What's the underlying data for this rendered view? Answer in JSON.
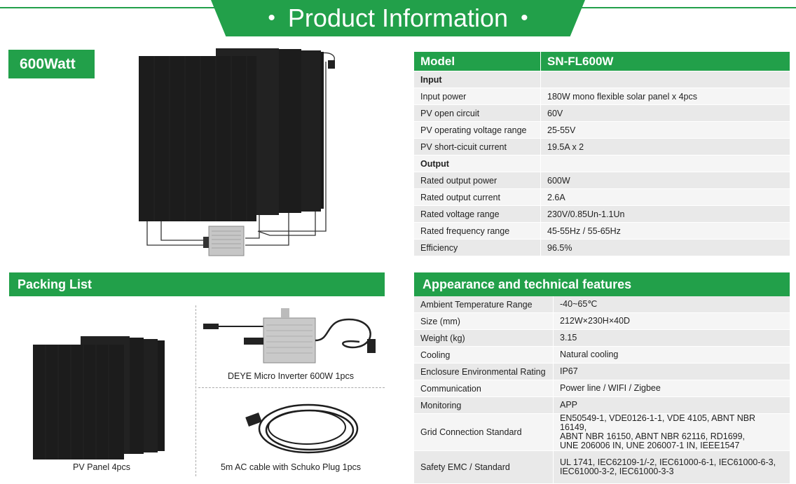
{
  "header": {
    "title": "Product Information",
    "bullet": "•"
  },
  "power_tag": "600Watt",
  "spec_table": {
    "model_label": "Model",
    "model_value": "SN-FL600W",
    "rows": [
      {
        "type": "section",
        "label": "Input",
        "value": ""
      },
      {
        "type": "row",
        "label": "Input power",
        "value": "180W mono flexible solar panel x 4pcs"
      },
      {
        "type": "row",
        "label": "PV open circuit",
        "value": "60V"
      },
      {
        "type": "row",
        "label": "PV operating voltage range",
        "value": "25-55V"
      },
      {
        "type": "row",
        "label": "PV short-cicuit current",
        "value": "19.5A x 2"
      },
      {
        "type": "section",
        "label": "Output",
        "value": ""
      },
      {
        "type": "row",
        "label": "Rated output power",
        "value": "600W"
      },
      {
        "type": "row",
        "label": "Rated output current",
        "value": "2.6A"
      },
      {
        "type": "row",
        "label": "Rated voltage range",
        "value": "230V/0.85Un-1.1Un"
      },
      {
        "type": "row",
        "label": "Rated frequency range",
        "value": "45-55Hz / 55-65Hz"
      },
      {
        "type": "row",
        "label": "Efficiency",
        "value": "96.5%"
      }
    ]
  },
  "packing": {
    "title": "Packing List",
    "panel_caption": "PV Panel 4pcs",
    "inverter_caption": "DEYE Micro Inverter 600W 1pcs",
    "cable_caption": "5m AC cable with Schuko Plug 1pcs"
  },
  "features": {
    "title": "Appearance and technical features",
    "rows": [
      {
        "label": "Ambient Temperature Range",
        "value": " -40~65℃"
      },
      {
        "label": "Size (mm)",
        "value": "212W×230H×40D"
      },
      {
        "label": "Weight (kg)",
        "value": "3.15"
      },
      {
        "label": "Cooling",
        "value": "Natural cooling"
      },
      {
        "label": "Enclosure Environmental Rating",
        "value": "IP67"
      },
      {
        "label": "Communication",
        "value": "Power line / WIFI / Zigbee"
      },
      {
        "label": "Monitoring",
        "value": "APP"
      },
      {
        "label": "Grid Connection Standard",
        "value": "EN50549-1, VDE0126-1-1, VDE 4105, ABNT NBR 16149,\nABNT NBR 16150, ABNT NBR 62116, RD1699,\nUNE 206006 IN, UNE 206007-1 IN, IEEE1547"
      },
      {
        "label": "Safety EMC / Standard",
        "value": "UL 1741, IEC62109-1/-2, IEC61000-6-1, IEC61000-6-3,\nIEC61000-3-2, IEC61000-3-3"
      }
    ]
  },
  "colors": {
    "accent": "#22a04a",
    "row_dark": "#e9e9e9",
    "row_light": "#f5f5f5",
    "panel": "#1c1c1c"
  }
}
